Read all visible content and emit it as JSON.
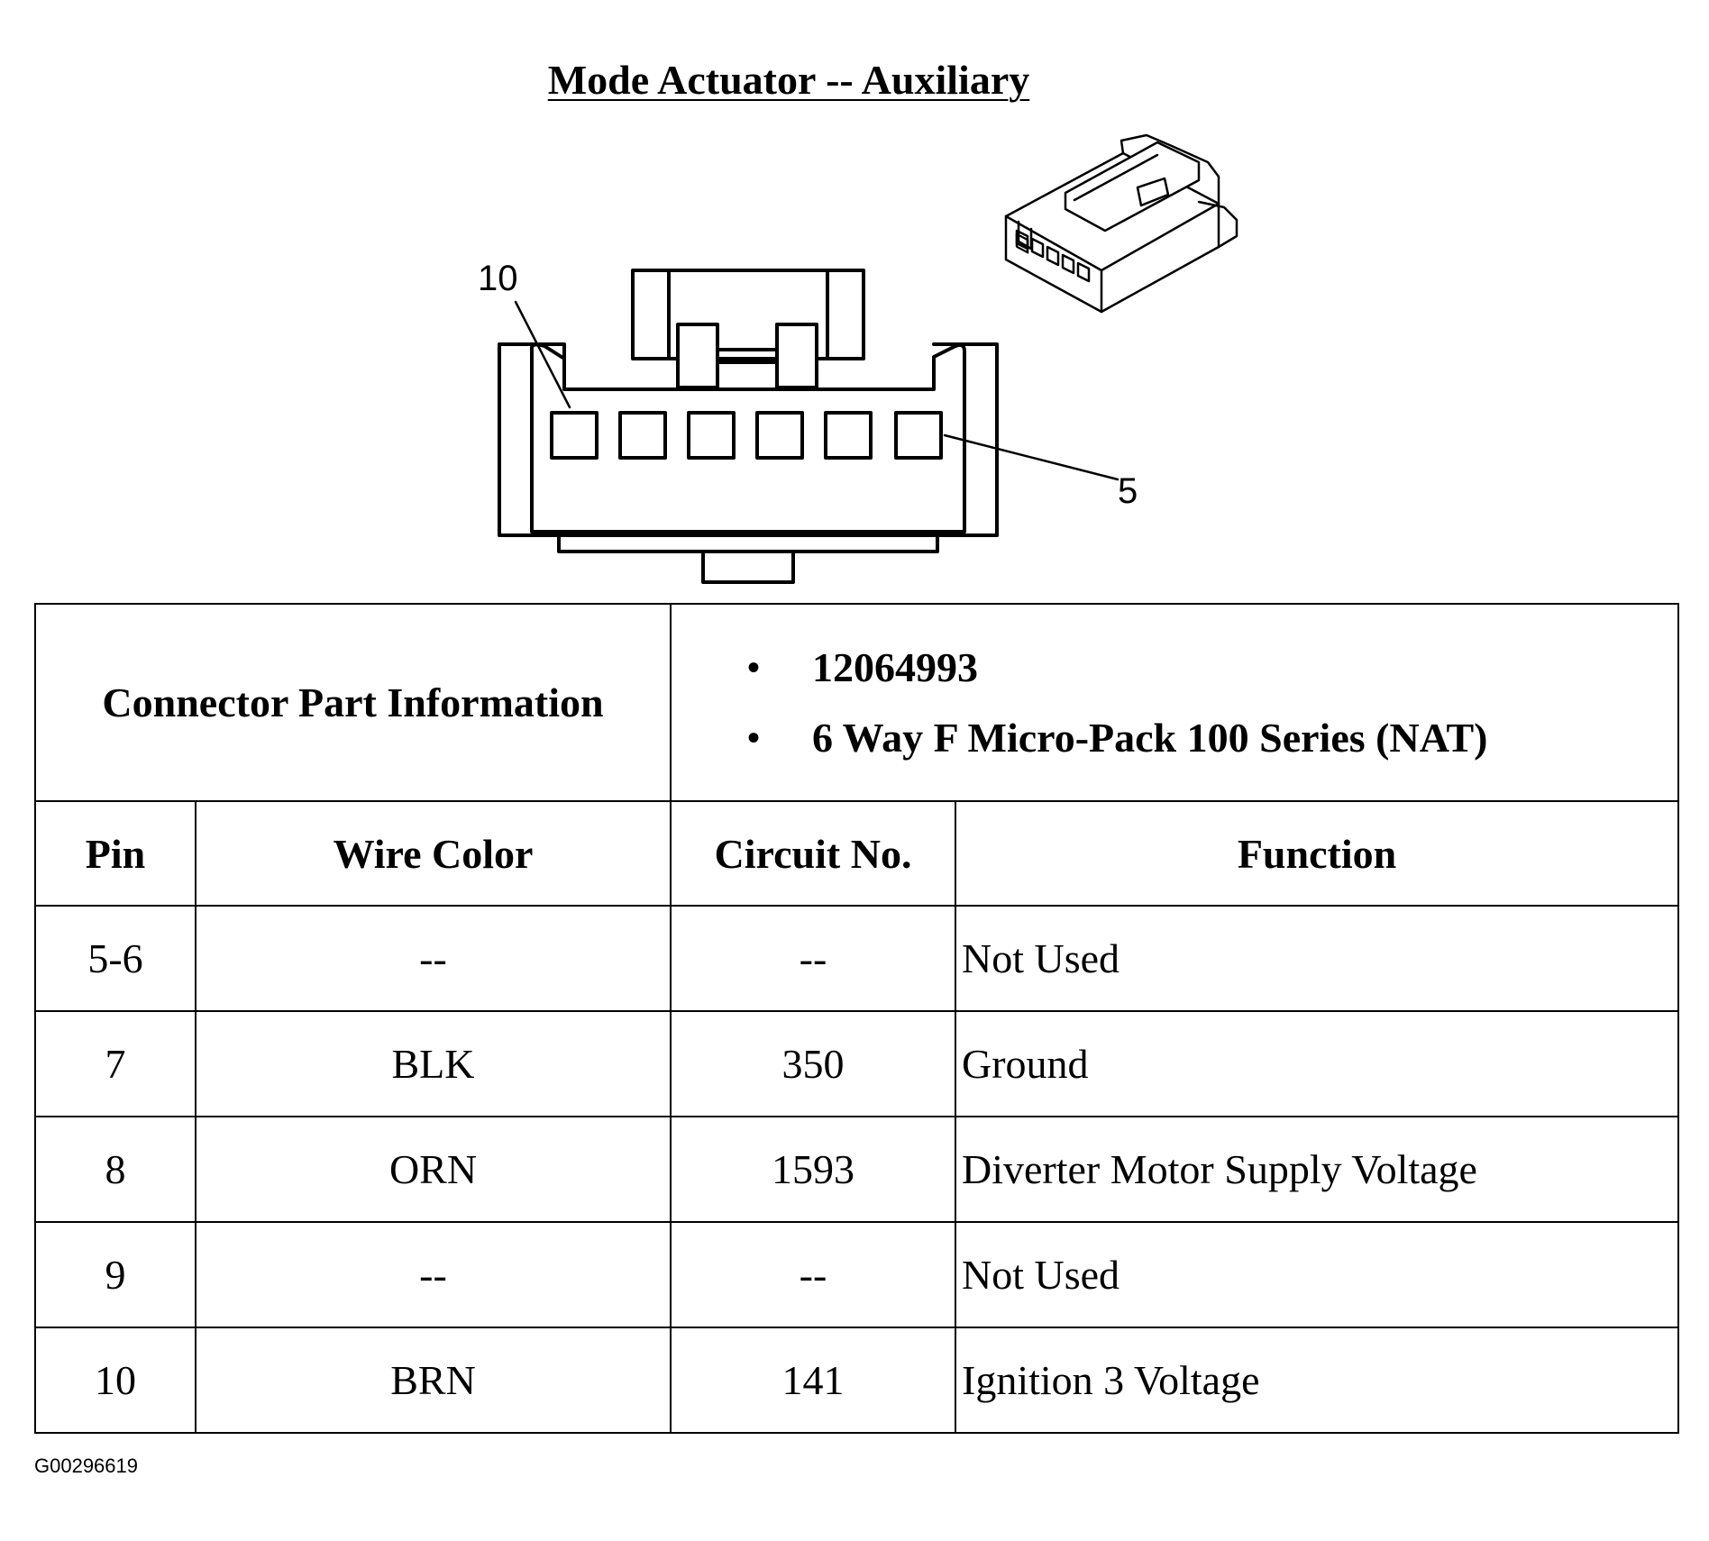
{
  "title": "Mode Actuator -- Auxiliary",
  "diagram": {
    "pin_label_left": "10",
    "pin_label_right": "5"
  },
  "connector_info": {
    "label": "Connector Part Information",
    "items": [
      "12064993",
      "6 Way F Micro-Pack 100 Series (NAT)"
    ]
  },
  "table": {
    "headers": [
      "Pin",
      "Wire Color",
      "Circuit No.",
      "Function"
    ],
    "rows": [
      {
        "pin": "5-6",
        "wire_color": "--",
        "circuit": "--",
        "function": "Not Used"
      },
      {
        "pin": "7",
        "wire_color": "BLK",
        "circuit": "350",
        "function": "Ground"
      },
      {
        "pin": "8",
        "wire_color": "ORN",
        "circuit": "1593",
        "function": "Diverter Motor Supply Voltage"
      },
      {
        "pin": "9",
        "wire_color": "--",
        "circuit": "--",
        "function": "Not Used"
      },
      {
        "pin": "10",
        "wire_color": "BRN",
        "circuit": "141",
        "function": "Ignition 3 Voltage"
      }
    ]
  },
  "figure_code": "G00296619"
}
